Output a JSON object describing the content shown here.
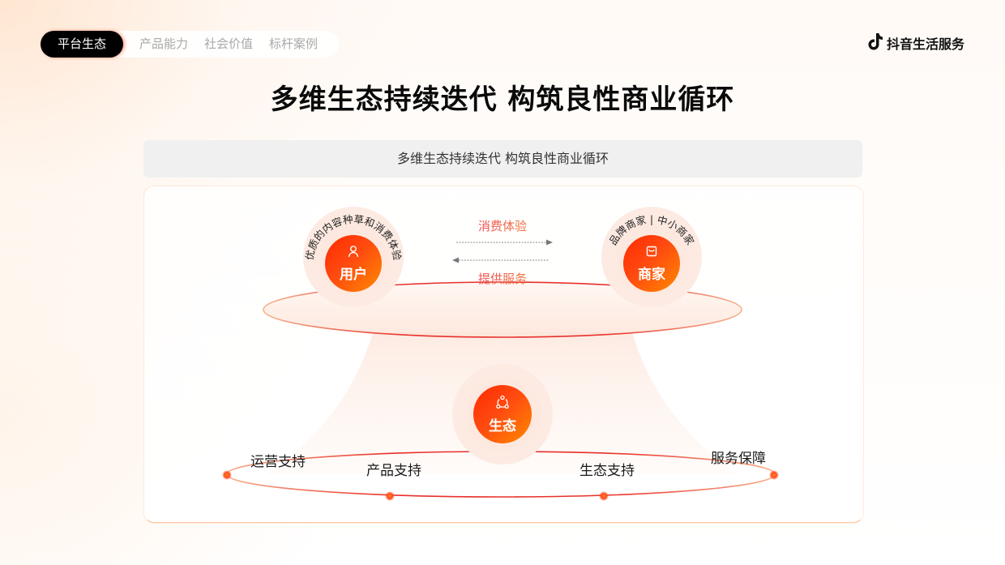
{
  "nav": {
    "tabs": [
      {
        "label": "平台生态",
        "active": true
      },
      {
        "label": "产品能力",
        "active": false
      },
      {
        "label": "社会价值",
        "active": false
      },
      {
        "label": "标杆案例",
        "active": false
      }
    ]
  },
  "brand": {
    "icon": "douyin-note-icon",
    "name": "抖音生活服务"
  },
  "page": {
    "title": "多维生态持续迭代 构筑良性商业循环",
    "subtitle": "多维生态持续迭代 构筑良性商业循环"
  },
  "diagram": {
    "user_node": {
      "label": "用户",
      "icon": "user-icon",
      "arc_text": "优质的内容种草和消费体验"
    },
    "merchant_node": {
      "label": "商家",
      "icon": "shopping-bag-icon",
      "arc_text": "品牌商家 | 中小商家"
    },
    "flows": {
      "to_merchant": "消费体验",
      "to_user": "提供服务"
    },
    "ecosystem_node": {
      "label": "生态",
      "icon": "share-network-icon"
    },
    "supports": [
      {
        "label": "运营支持"
      },
      {
        "label": "产品支持"
      },
      {
        "label": "生态支持"
      },
      {
        "label": "服务保障"
      }
    ],
    "colors": {
      "accent_start": "#ff2a00",
      "accent_end": "#ff8a00",
      "ring_line": "#e8302a",
      "halo": "#fde4da"
    }
  }
}
